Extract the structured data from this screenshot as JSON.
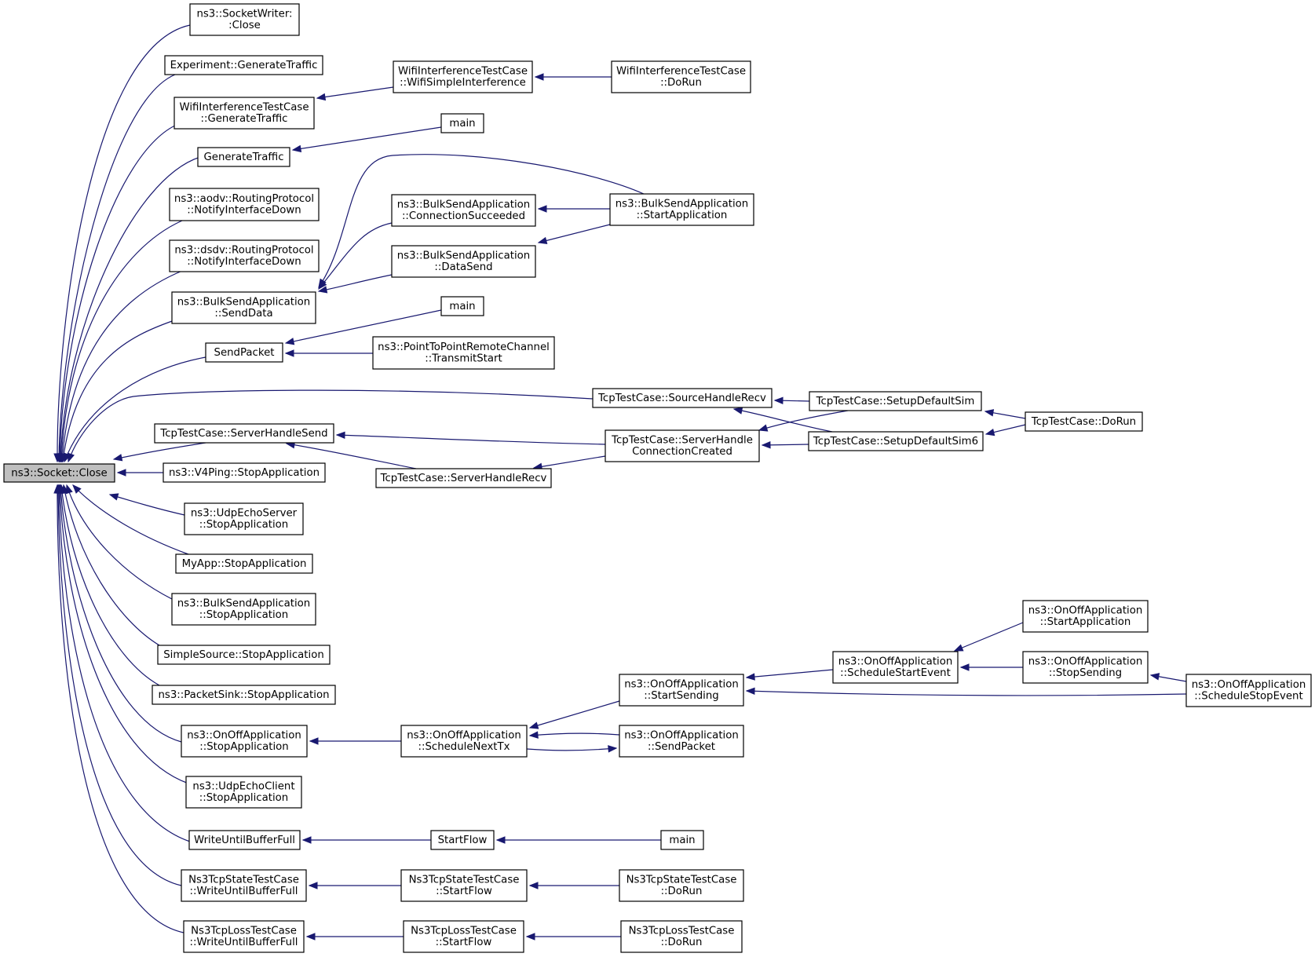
{
  "diagram": {
    "type": "call-graph",
    "nodes": [
      {
        "id": "root",
        "lines": [
          "ns3::Socket::Close"
        ],
        "root": true
      },
      {
        "id": "sw_close",
        "lines": [
          "ns3::SocketWriter:",
          ":Close"
        ]
      },
      {
        "id": "exp_gen",
        "lines": [
          "Experiment::GenerateTraffic"
        ]
      },
      {
        "id": "wifi_gen",
        "lines": [
          "WifiInterferenceTestCase",
          "::GenerateTraffic"
        ]
      },
      {
        "id": "gen_traffic",
        "lines": [
          "GenerateTraffic"
        ]
      },
      {
        "id": "aodv",
        "lines": [
          "ns3::aodv::RoutingProtocol",
          "::NotifyInterfaceDown"
        ]
      },
      {
        "id": "dsdv",
        "lines": [
          "ns3::dsdv::RoutingProtocol",
          "::NotifyInterfaceDown"
        ]
      },
      {
        "id": "bulk_senddata",
        "lines": [
          "ns3::BulkSendApplication",
          "::SendData"
        ]
      },
      {
        "id": "sendpacket",
        "lines": [
          "SendPacket"
        ]
      },
      {
        "id": "tcp_srvsend",
        "lines": [
          "TcpTestCase::ServerHandleSend"
        ]
      },
      {
        "id": "v4ping",
        "lines": [
          "ns3::V4Ping::StopApplication"
        ]
      },
      {
        "id": "udpsrv_stop",
        "lines": [
          "ns3::UdpEchoServer",
          "::StopApplication"
        ]
      },
      {
        "id": "myapp_stop",
        "lines": [
          "MyApp::StopApplication"
        ]
      },
      {
        "id": "bulk_stop",
        "lines": [
          "ns3::BulkSendApplication",
          "::StopApplication"
        ]
      },
      {
        "id": "simple_stop",
        "lines": [
          "SimpleSource::StopApplication"
        ]
      },
      {
        "id": "sink_stop",
        "lines": [
          "ns3::PacketSink::StopApplication"
        ]
      },
      {
        "id": "onoff_stop",
        "lines": [
          "ns3::OnOffApplication",
          "::StopApplication"
        ]
      },
      {
        "id": "udpcli_stop",
        "lines": [
          "ns3::UdpEchoClient",
          "::StopApplication"
        ]
      },
      {
        "id": "wubf",
        "lines": [
          "WriteUntilBufferFull"
        ]
      },
      {
        "id": "ns3state_wubf",
        "lines": [
          "Ns3TcpStateTestCase",
          "::WriteUntilBufferFull"
        ]
      },
      {
        "id": "ns3loss_wubf",
        "lines": [
          "Ns3TcpLossTestCase",
          "::WriteUntilBufferFull"
        ]
      },
      {
        "id": "wifi_simple",
        "lines": [
          "WifiInterferenceTestCase",
          "::WifiSimpleInterference"
        ]
      },
      {
        "id": "wifi_dorun",
        "lines": [
          "WifiInterferenceTestCase",
          "::DoRun"
        ]
      },
      {
        "id": "main1",
        "lines": [
          "main"
        ]
      },
      {
        "id": "bulk_connsucc",
        "lines": [
          "ns3::BulkSendApplication",
          "::ConnectionSucceeded"
        ]
      },
      {
        "id": "bulk_start",
        "lines": [
          "ns3::BulkSendApplication",
          "::StartApplication"
        ]
      },
      {
        "id": "bulk_datasend",
        "lines": [
          "ns3::BulkSendApplication",
          "::DataSend"
        ]
      },
      {
        "id": "main2",
        "lines": [
          "main"
        ]
      },
      {
        "id": "p2p_tx",
        "lines": [
          "ns3::PointToPointRemoteChannel",
          "::TransmitStart"
        ]
      },
      {
        "id": "tcp_srcrecv",
        "lines": [
          "TcpTestCase::SourceHandleRecv"
        ]
      },
      {
        "id": "tcp_setup",
        "lines": [
          "TcpTestCase::SetupDefaultSim"
        ]
      },
      {
        "id": "tcp_dorun",
        "lines": [
          "TcpTestCase::DoRun"
        ]
      },
      {
        "id": "tcp_srvconn",
        "lines": [
          "TcpTestCase::ServerHandle",
          "ConnectionCreated"
        ]
      },
      {
        "id": "tcp_setup6",
        "lines": [
          "TcpTestCase::SetupDefaultSim6"
        ]
      },
      {
        "id": "tcp_srvrecv",
        "lines": [
          "TcpTestCase::ServerHandleRecv"
        ]
      },
      {
        "id": "onoff_startapp",
        "lines": [
          "ns3::OnOffApplication",
          "::StartApplication"
        ]
      },
      {
        "id": "onoff_schedstart",
        "lines": [
          "ns3::OnOffApplication",
          "::ScheduleStartEvent"
        ]
      },
      {
        "id": "onoff_stopsending",
        "lines": [
          "ns3::OnOffApplication",
          "::StopSending"
        ]
      },
      {
        "id": "onoff_startsending",
        "lines": [
          "ns3::OnOffApplication",
          "::StartSending"
        ]
      },
      {
        "id": "onoff_schedstop",
        "lines": [
          "ns3::OnOffApplication",
          "::ScheduleStopEvent"
        ]
      },
      {
        "id": "onoff_schednext",
        "lines": [
          "ns3::OnOffApplication",
          "::ScheduleNextTx"
        ]
      },
      {
        "id": "onoff_sendpacket",
        "lines": [
          "ns3::OnOffApplication",
          "::SendPacket"
        ]
      },
      {
        "id": "startflow",
        "lines": [
          "StartFlow"
        ]
      },
      {
        "id": "main3",
        "lines": [
          "main"
        ]
      },
      {
        "id": "ns3state_start",
        "lines": [
          "Ns3TcpStateTestCase",
          "::StartFlow"
        ]
      },
      {
        "id": "ns3state_dorun",
        "lines": [
          "Ns3TcpStateTestCase",
          "::DoRun"
        ]
      },
      {
        "id": "ns3loss_start",
        "lines": [
          "Ns3TcpLossTestCase",
          "::StartFlow"
        ]
      },
      {
        "id": "ns3loss_dorun",
        "lines": [
          "Ns3TcpLossTestCase",
          "::DoRun"
        ]
      }
    ],
    "edges": [
      {
        "from": "sw_close",
        "to": "root"
      },
      {
        "from": "exp_gen",
        "to": "root"
      },
      {
        "from": "wifi_gen",
        "to": "root"
      },
      {
        "from": "gen_traffic",
        "to": "root"
      },
      {
        "from": "aodv",
        "to": "root"
      },
      {
        "from": "dsdv",
        "to": "root"
      },
      {
        "from": "bulk_senddata",
        "to": "root"
      },
      {
        "from": "sendpacket",
        "to": "root"
      },
      {
        "from": "tcp_srcrecv",
        "to": "root"
      },
      {
        "from": "tcp_srvsend",
        "to": "root"
      },
      {
        "from": "v4ping",
        "to": "root"
      },
      {
        "from": "udpsrv_stop",
        "to": "root"
      },
      {
        "from": "myapp_stop",
        "to": "root"
      },
      {
        "from": "bulk_stop",
        "to": "root"
      },
      {
        "from": "simple_stop",
        "to": "root"
      },
      {
        "from": "sink_stop",
        "to": "root"
      },
      {
        "from": "onoff_stop",
        "to": "root"
      },
      {
        "from": "udpcli_stop",
        "to": "root"
      },
      {
        "from": "wubf",
        "to": "root"
      },
      {
        "from": "ns3state_wubf",
        "to": "root"
      },
      {
        "from": "ns3loss_wubf",
        "to": "root"
      },
      {
        "from": "wifi_simple",
        "to": "wifi_gen"
      },
      {
        "from": "wifi_dorun",
        "to": "wifi_simple"
      },
      {
        "from": "main1",
        "to": "gen_traffic"
      },
      {
        "from": "bulk_connsucc",
        "to": "bulk_senddata"
      },
      {
        "from": "bulk_datasend",
        "to": "bulk_senddata"
      },
      {
        "from": "bulk_start",
        "to": "bulk_senddata"
      },
      {
        "from": "bulk_start",
        "to": "bulk_connsucc"
      },
      {
        "from": "bulk_start",
        "to": "bulk_datasend"
      },
      {
        "from": "main2",
        "to": "sendpacket"
      },
      {
        "from": "p2p_tx",
        "to": "sendpacket"
      },
      {
        "from": "tcp_setup",
        "to": "tcp_srcrecv"
      },
      {
        "from": "tcp_setup6",
        "to": "tcp_srcrecv"
      },
      {
        "from": "tcp_dorun",
        "to": "tcp_setup"
      },
      {
        "from": "tcp_dorun",
        "to": "tcp_setup6"
      },
      {
        "from": "tcp_srvconn",
        "to": "tcp_srvsend"
      },
      {
        "from": "tcp_srvrecv",
        "to": "tcp_srvsend"
      },
      {
        "from": "tcp_srvconn",
        "to": "tcp_srvrecv"
      },
      {
        "from": "tcp_setup",
        "to": "tcp_srvconn"
      },
      {
        "from": "tcp_setup6",
        "to": "tcp_srvconn"
      },
      {
        "from": "onoff_schednext",
        "to": "onoff_stop"
      },
      {
        "from": "onoff_startsending",
        "to": "onoff_schednext"
      },
      {
        "from": "onoff_sendpacket",
        "to": "onoff_schednext"
      },
      {
        "from": "onoff_schednext",
        "to": "onoff_sendpacket"
      },
      {
        "from": "onoff_schedstart",
        "to": "onoff_startsending"
      },
      {
        "from": "onoff_schedstop",
        "to": "onoff_startsending"
      },
      {
        "from": "onoff_startapp",
        "to": "onoff_schedstart"
      },
      {
        "from": "onoff_stopsending",
        "to": "onoff_schedstart"
      },
      {
        "from": "onoff_schedstop",
        "to": "onoff_stopsending"
      },
      {
        "from": "startflow",
        "to": "wubf"
      },
      {
        "from": "main3",
        "to": "startflow"
      },
      {
        "from": "ns3state_start",
        "to": "ns3state_wubf"
      },
      {
        "from": "ns3state_dorun",
        "to": "ns3state_start"
      },
      {
        "from": "ns3loss_start",
        "to": "ns3loss_wubf"
      },
      {
        "from": "ns3loss_dorun",
        "to": "ns3loss_start"
      }
    ]
  }
}
